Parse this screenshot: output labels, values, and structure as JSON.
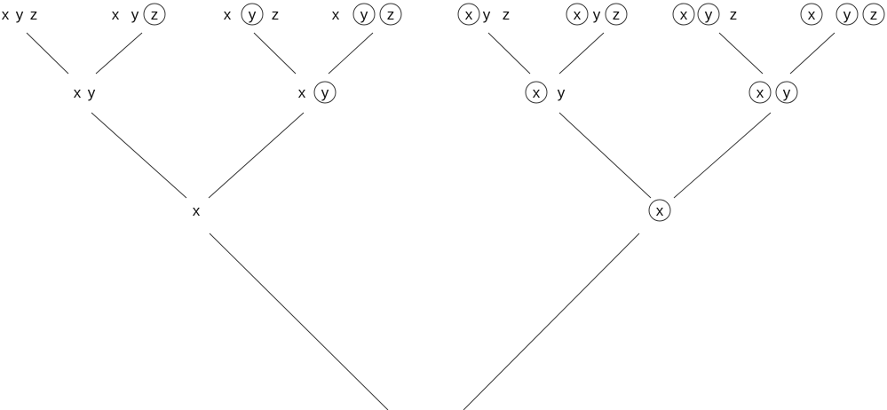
{
  "legend_note": "",
  "tree": {
    "leaves": [
      {
        "id": "l1",
        "terms": [
          {
            "t": "x",
            "circled": false
          },
          {
            "t": "y",
            "circled": false
          },
          {
            "t": "z",
            "circled": false
          }
        ]
      },
      {
        "id": "l2",
        "terms": [
          {
            "t": "x",
            "circled": false
          },
          {
            "t": "y",
            "circled": false
          },
          {
            "t": "z",
            "circled": true
          }
        ]
      },
      {
        "id": "l3",
        "terms": [
          {
            "t": "x",
            "circled": false
          },
          {
            "t": "y",
            "circled": true
          },
          {
            "t": "z",
            "circled": false
          }
        ]
      },
      {
        "id": "l4",
        "terms": [
          {
            "t": "x",
            "circled": false
          },
          {
            "t": "y",
            "circled": true
          },
          {
            "t": "z",
            "circled": true
          }
        ]
      },
      {
        "id": "l5",
        "terms": [
          {
            "t": "x",
            "circled": true
          },
          {
            "t": "y",
            "circled": false
          },
          {
            "t": "z",
            "circled": false
          }
        ]
      },
      {
        "id": "l6",
        "terms": [
          {
            "t": "x",
            "circled": true
          },
          {
            "t": "y",
            "circled": false
          },
          {
            "t": "z",
            "circled": true
          }
        ]
      },
      {
        "id": "l7",
        "terms": [
          {
            "t": "x",
            "circled": true
          },
          {
            "t": "y",
            "circled": true
          },
          {
            "t": "z",
            "circled": false
          }
        ]
      },
      {
        "id": "l8",
        "terms": [
          {
            "t": "x",
            "circled": true
          },
          {
            "t": "y",
            "circled": true
          },
          {
            "t": "z",
            "circled": true
          }
        ]
      }
    ],
    "level2": [
      {
        "id": "m1",
        "terms": [
          {
            "t": "x",
            "circled": false
          },
          {
            "t": "y",
            "circled": false
          }
        ]
      },
      {
        "id": "m2",
        "terms": [
          {
            "t": "x",
            "circled": false
          },
          {
            "t": "y",
            "circled": true
          }
        ]
      },
      {
        "id": "m3",
        "terms": [
          {
            "t": "x",
            "circled": true
          },
          {
            "t": "y",
            "circled": false
          }
        ]
      },
      {
        "id": "m4",
        "terms": [
          {
            "t": "x",
            "circled": true
          },
          {
            "t": "y",
            "circled": true
          }
        ]
      }
    ],
    "level1": [
      {
        "id": "n1",
        "terms": [
          {
            "t": "x",
            "circled": false
          }
        ]
      },
      {
        "id": "n2",
        "terms": [
          {
            "t": "x",
            "circled": true
          }
        ]
      }
    ]
  }
}
